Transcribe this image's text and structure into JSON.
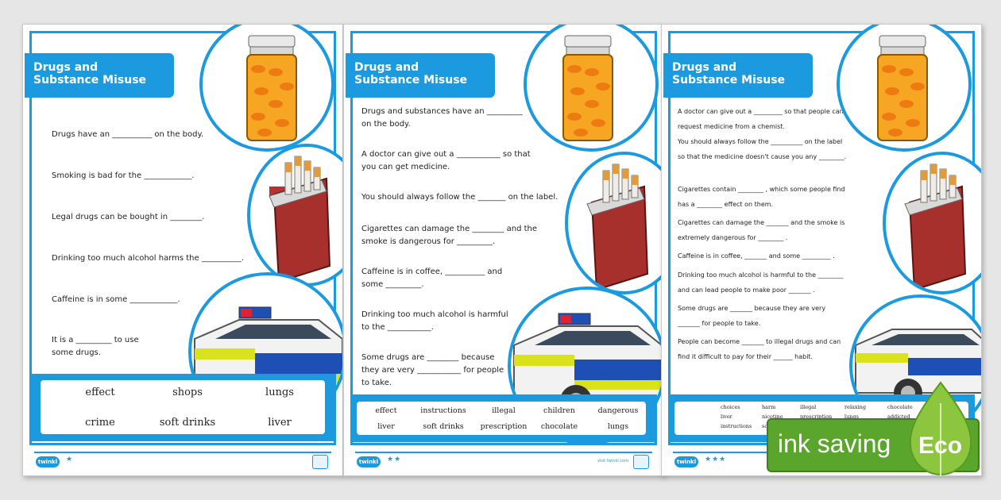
{
  "sheet1": {
    "title_line1": "Drugs and",
    "title_line2": "Substance Misuse",
    "questions": [
      "Drugs have an __________ on the body.",
      "Smoking is bad for the ____________.",
      "Legal drugs can be bought in ________.",
      "Drinking too much alcohol harms the __________.",
      "Caffeine is in some ____________.",
      "It is a _________ to use some drugs."
    ],
    "wordbank": [
      "effect",
      "shops",
      "lungs",
      "crime",
      "soft drinks",
      "liver"
    ],
    "logo": "twinkl",
    "stars": "★"
  },
  "sheet2": {
    "title_line1": "Drugs and",
    "title_line2": "Substance Misuse",
    "questions": [
      "Drugs and substances have an _________ on the body.",
      "A doctor can give out a ___________ so that you can get medicine.",
      "You should always follow the _______ on the label.",
      "Cigarettes can damage the ________ and the smoke is dangerous for _________.",
      "Caffeine is in coffee, __________ and some _________.",
      "Drinking too much alcohol is harmful to the ___________.",
      "Some drugs are ________ because they are very ___________ for people to take."
    ],
    "wordbank": [
      "effect",
      "instructions",
      "illegal",
      "children",
      "dangerous",
      "liver",
      "soft drinks",
      "prescription",
      "chocolate",
      "lungs"
    ],
    "logo": "twinkl",
    "stars": "★★",
    "site": "visit twinkl.com"
  },
  "sheet3": {
    "title_line1": "Drugs and",
    "title_line2": "Substance Misuse",
    "questions": [
      "A doctor can give out a _________ so that people can request medicine from a chemist.",
      "You should always follow the __________ on the label so that the medicine doesn't cause you any ________.",
      "Cigarettes contain ________ , which some people find has a ________ effect on them.",
      "Cigarettes can damage the _______ and the smoke is extremely dangerous for ________ .",
      "Caffeine is in coffee, _______ and some _________ .",
      "Drinking too much alcohol is harmful to the ________ and can lead people to make poor _______ .",
      "Some drugs are _______ because they are very _______ for people to take.",
      "People can become _______ to illegal drugs and can find it difficult to pay for their ______ habit."
    ],
    "wordbank": [
      "choices",
      "harm",
      "illegal",
      "relaxing",
      "chocolate",
      "liver",
      "nicotine",
      "prescription",
      "lungs",
      "addicted",
      "instructions",
      "so"
    ],
    "logo": "twinkl",
    "stars": "★★★"
  },
  "car_text": "POLICE",
  "eco": {
    "text": "ink saving",
    "label": "Eco"
  },
  "colors": {
    "accent": "#1b9ae0",
    "eco_green": "#5aa62d"
  }
}
